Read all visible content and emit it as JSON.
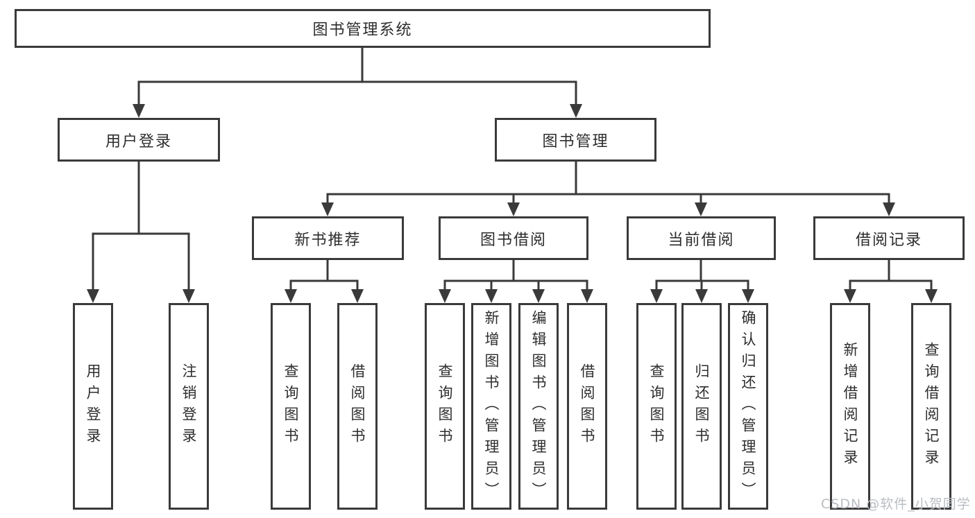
{
  "style": {
    "background": "#ffffff",
    "line_color": "#3a3a3a",
    "box_border_color": "#3a3a3a",
    "text_color": "#2d2d2d",
    "watermark_color": "#b9bdc2"
  },
  "watermark": {
    "text": "CSDN @软件_小贺同学"
  },
  "tree": {
    "root": {
      "label": "图书管理系统"
    },
    "children": [
      {
        "label": "用户登录",
        "children": [
          {
            "label": "用户登录"
          },
          {
            "label": "注销登录"
          }
        ]
      },
      {
        "label": "图书管理",
        "children": [
          {
            "label": "新书推荐",
            "children": [
              {
                "label": "查询图书"
              },
              {
                "label": "借阅图书"
              }
            ]
          },
          {
            "label": "图书借阅",
            "children": [
              {
                "label": "查询图书"
              },
              {
                "label": "新增图书（管理员）"
              },
              {
                "label": "编辑图书（管理员）"
              },
              {
                "label": "借阅图书"
              }
            ]
          },
          {
            "label": "当前借阅",
            "children": [
              {
                "label": "查询图书"
              },
              {
                "label": "归还图书"
              },
              {
                "label": "确认归还（管理员）"
              }
            ]
          },
          {
            "label": "借阅记录",
            "children": [
              {
                "label": "新增借阅记录"
              },
              {
                "label": "查询借阅记录"
              }
            ]
          }
        ]
      }
    ]
  }
}
